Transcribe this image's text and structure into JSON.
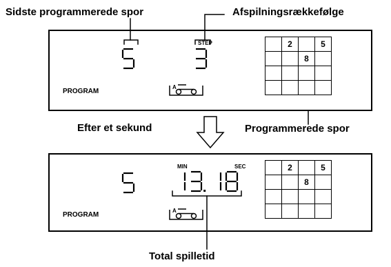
{
  "callouts": {
    "last_track": "Sidste programmerede spor",
    "play_order": "Afspilningsrækkefølge",
    "after_second": "Efter et sekund",
    "programmed_tracks": "Programmerede spor",
    "total_time": "Total spilletid"
  },
  "panel_top": {
    "track_digit": "5",
    "step_label": "STEP",
    "step_digit": "3",
    "program_label": "PROGRAM",
    "tape_label": "A",
    "grid": [
      [
        "",
        "2",
        "",
        "5"
      ],
      [
        "",
        "",
        "8",
        ""
      ],
      [
        "",
        "",
        "",
        ""
      ],
      [
        "",
        "",
        "",
        ""
      ]
    ]
  },
  "panel_bottom": {
    "track_digit": "5",
    "min_label": "MIN",
    "sec_label": "SEC",
    "time": "13.18",
    "program_label": "PROGRAM",
    "tape_label": "A",
    "grid": [
      [
        "",
        "2",
        "",
        "5"
      ],
      [
        "",
        "",
        "8",
        ""
      ],
      [
        "",
        "",
        "",
        ""
      ],
      [
        "",
        "",
        "",
        ""
      ]
    ]
  }
}
